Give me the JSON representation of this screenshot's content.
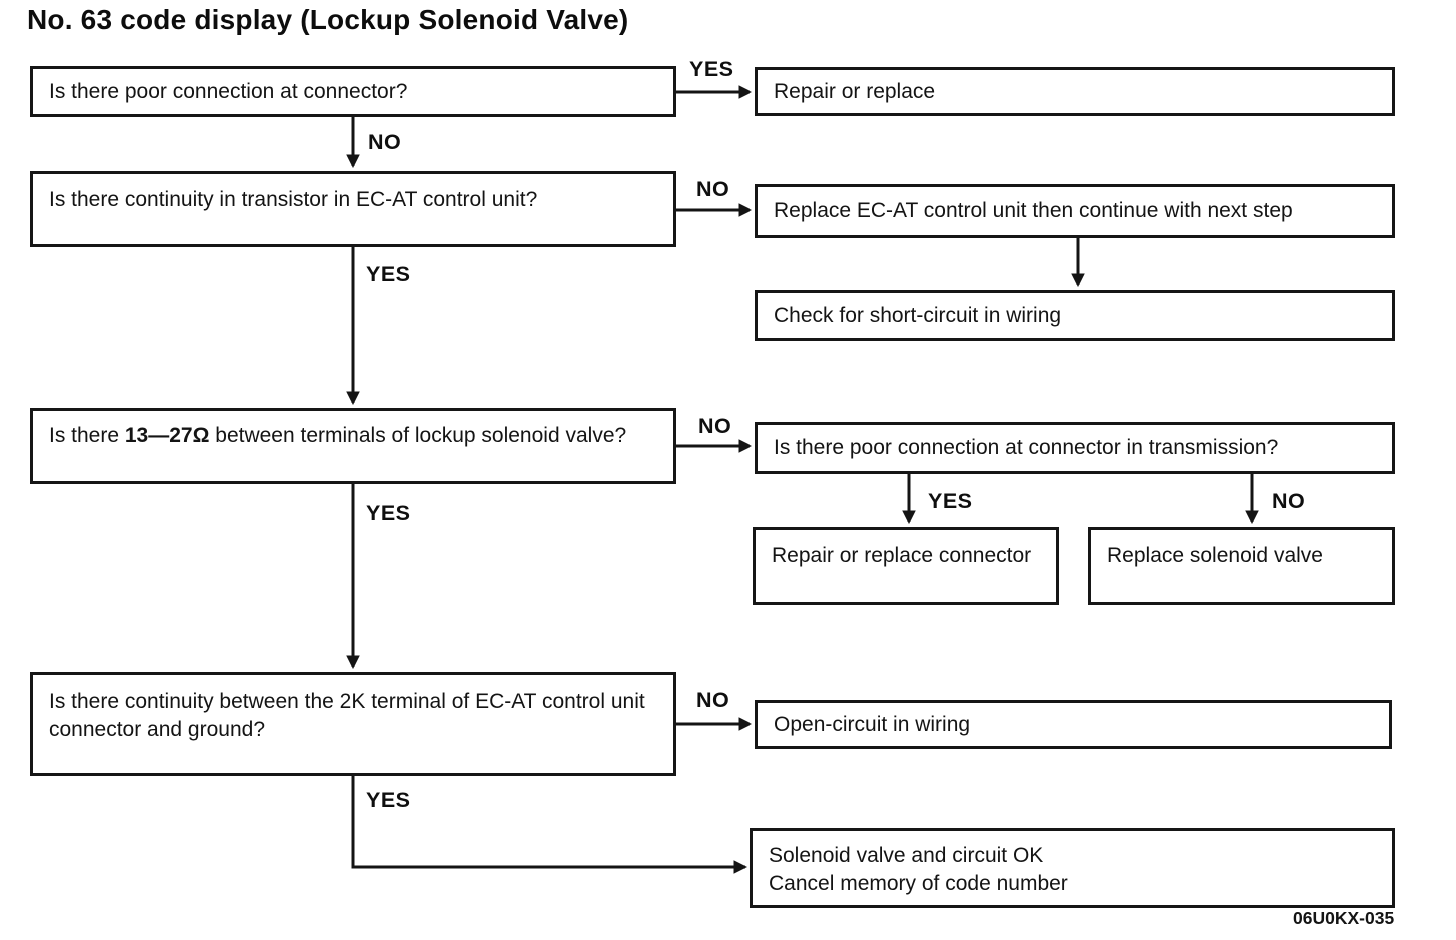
{
  "title": "No. 63 code display (Lockup Solenoid Valve)",
  "figure_code": "06U0KX-035",
  "labels": {
    "yes": "YES",
    "no": "NO"
  },
  "nodes": {
    "q_connector": {
      "text": "Is there poor connection at connector?"
    },
    "a_repair_replace": {
      "text": "Repair or replace"
    },
    "q_transistor": {
      "text": "Is there continuity in transistor in EC-AT control unit?"
    },
    "a_replace_ecat": {
      "text": "Replace EC-AT control unit then continue with next step"
    },
    "a_check_short": {
      "text": "Check for short-circuit in wiring"
    },
    "q_resistance": {
      "pre": "Is there ",
      "bold": "13—27Ω",
      "post": " between terminals of lockup solenoid valve?"
    },
    "q_transmission": {
      "text": "Is there poor connection at connector in transmission?"
    },
    "a_repair_connector": {
      "text": "Repair or replace connector"
    },
    "a_replace_solenoid": {
      "text": "Replace solenoid valve"
    },
    "q_continuity_ground": {
      "text": "Is there continuity between the 2K terminal of EC-AT control unit connector and ground?"
    },
    "a_open_circuit": {
      "text": "Open-circuit in wiring"
    },
    "a_final": {
      "line1": "Solenoid valve and circuit OK",
      "line2": "Cancel memory of code number"
    }
  }
}
